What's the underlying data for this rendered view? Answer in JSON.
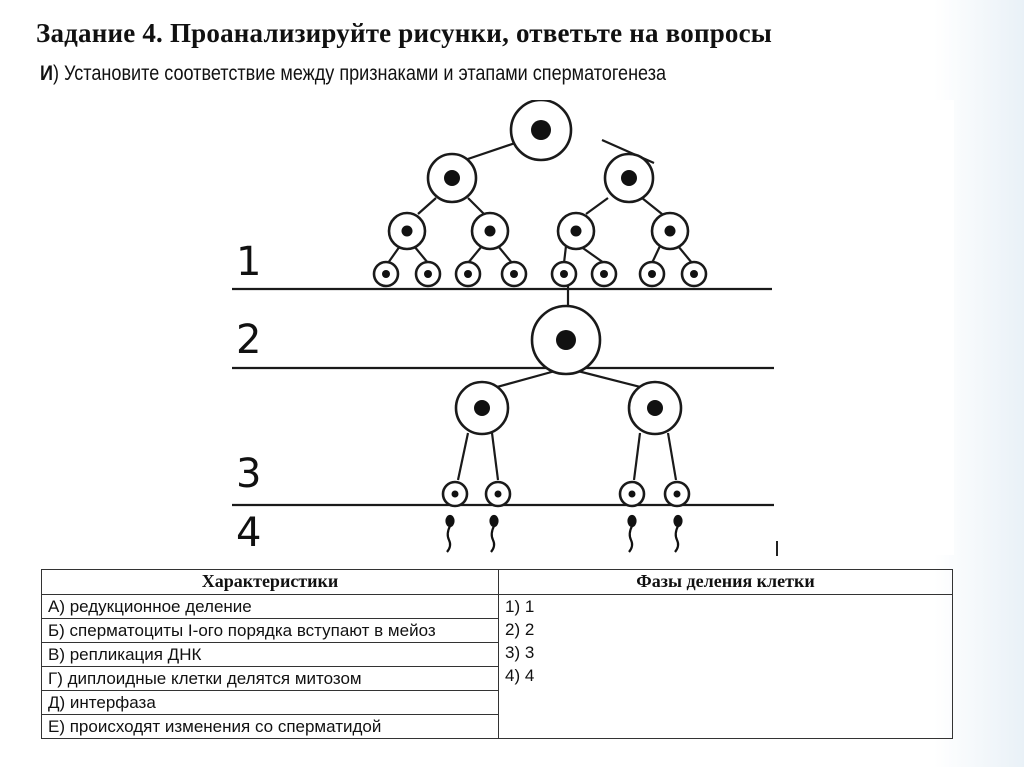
{
  "title": "Задание 4. Проанализируйте рисунки, ответьте на вопросы",
  "subtitle": {
    "marker": "И",
    "text": ") Установите соответствие между признаками и этапами сперматогенеза"
  },
  "diagram": {
    "stage_labels": [
      "1",
      "2",
      "3",
      "4"
    ]
  },
  "table": {
    "headers": {
      "characteristics": "Характеристики",
      "phases": "Фазы деления клетки"
    },
    "characteristics": [
      "А) редукционное деление",
      "Б) сперматоциты I-ого порядка вступают в мейоз",
      "В) репликация ДНК",
      "Г) диплоидные клетки делятся митозом",
      "Д) интерфаза",
      "Е) происходят изменения со сперматидой"
    ],
    "phases": [
      "1) 1",
      "2) 2",
      "3) 3",
      "4) 4"
    ]
  }
}
